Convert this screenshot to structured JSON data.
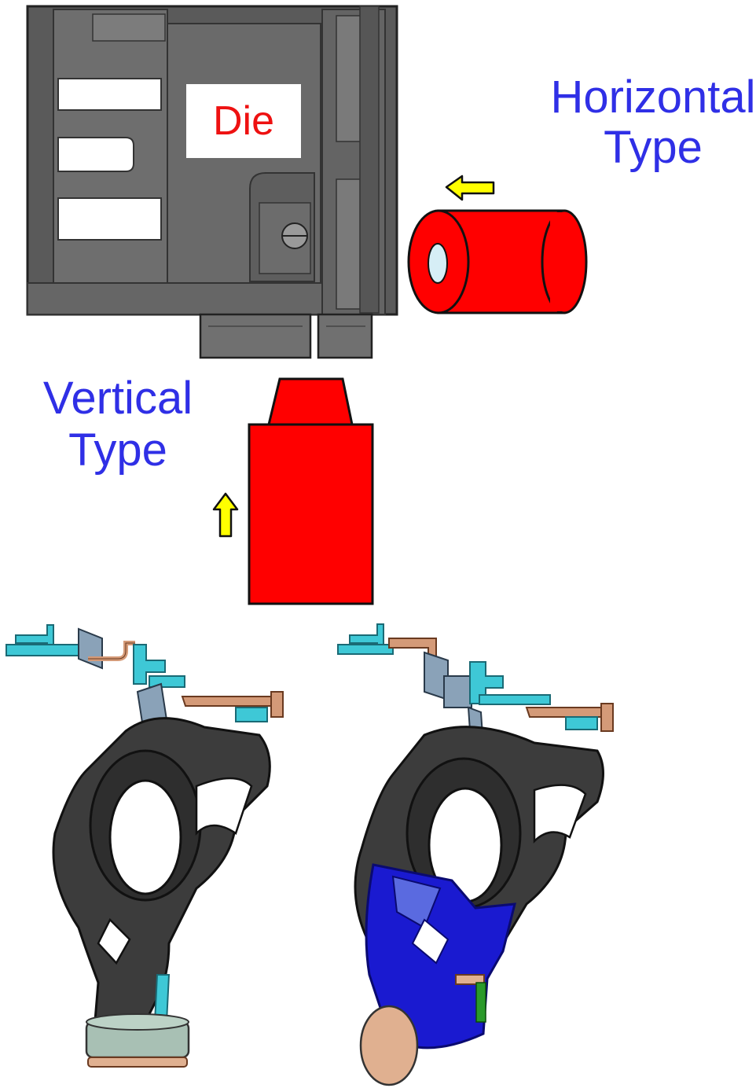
{
  "labels": {
    "die": "Die",
    "horizontal_line1": "Horizontal",
    "horizontal_line2": "Type",
    "vertical_line1": "Vertical",
    "vertical_line2": "Type"
  },
  "colors": {
    "die_dark": "#4a4a4a",
    "die_mid": "#6e6e6e",
    "die_light": "#8c8c8c",
    "sleeve_red": "#ff0000",
    "arrow_yellow": "#ffff00",
    "label_blue": "#2f2fe6",
    "label_red": "#ee1111",
    "casting_dark": "#3c3c3c",
    "runner_cyan": "#3ec8d6",
    "runner_copper": "#d49a78",
    "overflow_blue": "#1a1ad0",
    "biscuit_gray": "#a8c0b4",
    "biscuit_tan": "#e0b090"
  },
  "icons": {
    "horizontal_arrow": "arrow-left-icon",
    "vertical_arrow": "arrow-up-icon"
  }
}
